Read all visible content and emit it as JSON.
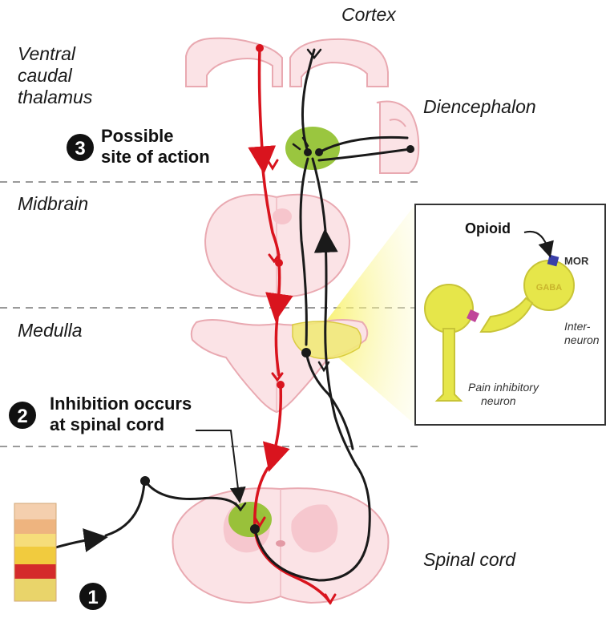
{
  "regions": {
    "cortex": "Cortex",
    "ventral_caudal_thalamus": [
      "Ventral",
      "caudal",
      "thalamus"
    ],
    "diencephalon": "Diencephalon",
    "midbrain": "Midbrain",
    "medulla": "Medulla",
    "spinal_cord": "Spinal cord"
  },
  "callouts": {
    "step3": {
      "number": "3",
      "lines": [
        "Possible",
        "site of action"
      ]
    },
    "step2": {
      "number": "2",
      "lines": [
        "Inhibition occurs",
        "at spinal cord"
      ]
    },
    "step1": {
      "number": "1"
    }
  },
  "inset": {
    "opioid": "Opioid",
    "receptor": "MOR",
    "gaba": "GABA",
    "interneuron": [
      "Inter-",
      "neuron"
    ],
    "pain_neuron": [
      "Pain inhibitory",
      "neuron"
    ]
  },
  "colors": {
    "tissue_fill": "#fbe3e6",
    "tissue_edge": "#e9a9b1",
    "descending_pathway": "#d9141e",
    "ascending_pathway": "#1a1a1a",
    "site_of_action": "#8fc02a",
    "neuron_yellow": "#e6e64a",
    "receptor": "#3a3fa8",
    "synapse_pink": "#c0449a"
  }
}
